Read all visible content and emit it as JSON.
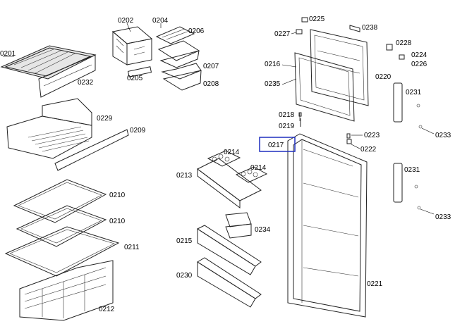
{
  "highlight": {
    "part": "0217",
    "color": "#1f2fbf"
  },
  "labels": {
    "p0201": "0201",
    "p0202": "0202",
    "p0204": "0204",
    "p0205": "0205",
    "p0206": "0206",
    "p0207": "0207",
    "p0208": "0208",
    "p0209": "0209",
    "p0210a": "0210",
    "p0210b": "0210",
    "p0211": "0211",
    "p0212": "0212",
    "p0213": "0213",
    "p0214a": "0214",
    "p0214b": "0214",
    "p0215": "0215",
    "p0216": "0216",
    "p0217": "0217",
    "p0218": "0218",
    "p0219": "0219",
    "p0220": "0220",
    "p0221": "0221",
    "p0222": "0222",
    "p0223": "0223",
    "p0224": "0224",
    "p0225": "0225",
    "p0226": "0226",
    "p0227": "0227",
    "p0228": "0228",
    "p0229": "0229",
    "p0230": "0230",
    "p0231a": "0231",
    "p0231b": "0231",
    "p0232": "0232",
    "p0233a": "0233",
    "p0233b": "0233",
    "p0234": "0234",
    "p0235": "0235",
    "p0238": "0238"
  }
}
